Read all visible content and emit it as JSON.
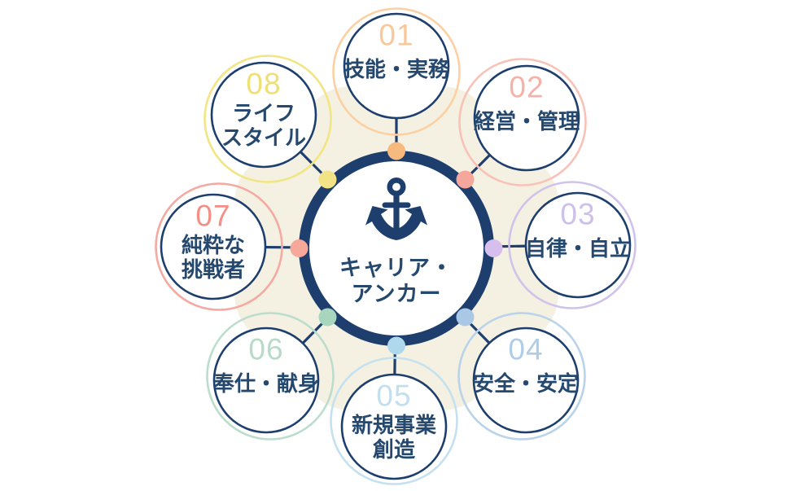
{
  "diagram": {
    "title_line1": "キャリア・",
    "title_line2": "アンカー",
    "colors": {
      "navy": "#1e3f6e",
      "text": "#25486f",
      "background_blob": "#f5f1e2"
    },
    "hub_icon": "anchor-icon",
    "satellites": [
      {
        "number": "01",
        "label_lines": [
          "技能・実務"
        ],
        "ring_color": "#fbd0a2",
        "number_color": "#f8c79a",
        "dot_color": "#f6b97e"
      },
      {
        "number": "02",
        "label_lines": [
          "経営・管理"
        ],
        "ring_color": "#f8c2b9",
        "number_color": "#f5b2a8",
        "dot_color": "#f5a79d"
      },
      {
        "number": "03",
        "label_lines": [
          "自律・自立"
        ],
        "ring_color": "#cfc3eb",
        "number_color": "#cdc0ea",
        "dot_color": "#d6bfec"
      },
      {
        "number": "04",
        "label_lines": [
          "安全・安定"
        ],
        "ring_color": "#b9d3ea",
        "number_color": "#b0cde8",
        "dot_color": "#a9c8e6"
      },
      {
        "number": "05",
        "label_lines": [
          "新規事業",
          "創造"
        ],
        "ring_color": "#c5e1ef",
        "number_color": "#c3dfee",
        "dot_color": "#b0d8ec"
      },
      {
        "number": "06",
        "label_lines": [
          "奉仕・献身"
        ],
        "ring_color": "#bcddce",
        "number_color": "#b8dbc9",
        "dot_color": "#a8d5bd"
      },
      {
        "number": "07",
        "label_lines": [
          "純粋な",
          "挑戦者"
        ],
        "ring_color": "#f5a9a1",
        "number_color": "#f29087",
        "dot_color": "#f8a89b"
      },
      {
        "number": "08",
        "label_lines": [
          "ライフ",
          "スタイル"
        ],
        "ring_color": "#f1e584",
        "number_color": "#eee076",
        "dot_color": "#f2e387"
      }
    ]
  }
}
